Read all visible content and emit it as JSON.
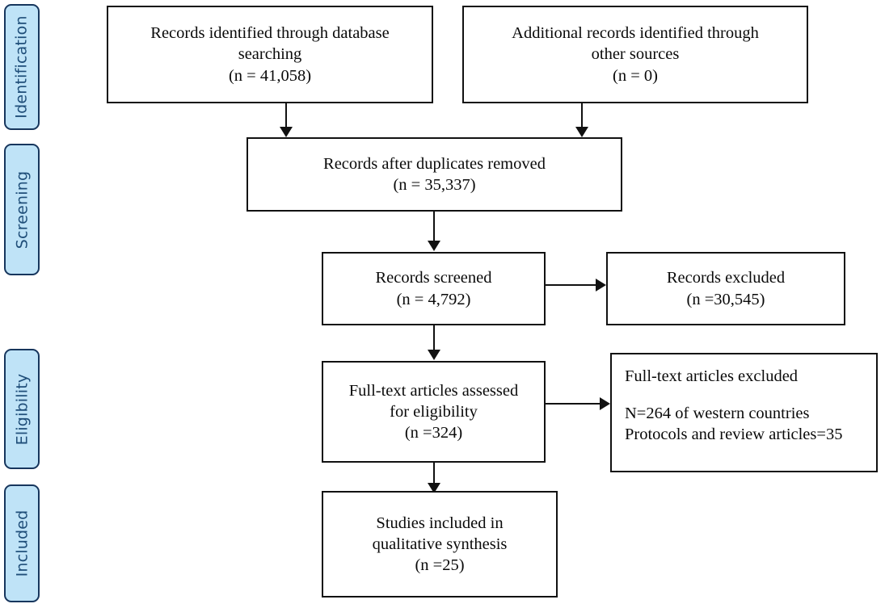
{
  "diagram": {
    "title": "PRISMA flow diagram",
    "type": "prisma-flow-chart",
    "accent_color": "#bfe3f7",
    "accent_border_color": "#17365d",
    "accent_text_color": "#1f4e79",
    "box_border_color": "#111111",
    "background_color": "#ffffff"
  },
  "phases": [
    {
      "id": "identification",
      "label": "Identification"
    },
    {
      "id": "screening",
      "label": "Screening"
    },
    {
      "id": "eligibility",
      "label": "Eligibility"
    },
    {
      "id": "included",
      "label": "Included"
    }
  ],
  "boxes": {
    "records_identified": {
      "line1": "Records identified through database",
      "line2": "searching",
      "line3": "(n = 41,058)"
    },
    "additional_records": {
      "line1": "Additional records identified through",
      "line2": "other sources",
      "line3": "(n = 0)"
    },
    "duplicates_removed": {
      "line1": "Records after duplicates removed",
      "line2": "(n = 35,337)"
    },
    "records_screened": {
      "line1": "Records screened",
      "line2": "(n = 4,792)"
    },
    "records_excluded": {
      "line1": "Records excluded",
      "line2": "(n =30,545)"
    },
    "fulltext_assessed": {
      "line1": "Full-text articles assessed",
      "line2": "for eligibility",
      "line3": "(n =324)"
    },
    "fulltext_excluded": {
      "line1": "Full-text articles excluded",
      "line2": "N=264 of western countries",
      "line3": "Protocols and review articles=35"
    },
    "studies_included": {
      "line1": "Studies included in",
      "line2": "qualitative synthesis",
      "line3": "(n =25)"
    }
  },
  "chart_data": {
    "type": "diagram",
    "title": "PRISMA flow diagram",
    "stages": [
      {
        "phase": "Identification",
        "nodes": [
          {
            "label": "Records identified through database searching",
            "n": 41058
          },
          {
            "label": "Additional records identified through other sources",
            "n": 0
          }
        ]
      },
      {
        "phase": "Screening",
        "nodes": [
          {
            "label": "Records after duplicates removed",
            "n": 35337
          },
          {
            "label": "Records screened",
            "n": 4792
          },
          {
            "label": "Records excluded",
            "n": 30545
          }
        ]
      },
      {
        "phase": "Eligibility",
        "nodes": [
          {
            "label": "Full-text articles assessed for eligibility",
            "n": 324
          },
          {
            "label": "Full-text articles excluded",
            "detail": [
              "N=264 of western countries",
              "Protocols and review articles=35"
            ]
          }
        ]
      },
      {
        "phase": "Included",
        "nodes": [
          {
            "label": "Studies included in qualitative synthesis",
            "n": 25
          }
        ]
      }
    ],
    "edges": [
      {
        "from": "records_identified",
        "to": "duplicates_removed",
        "direction": "down"
      },
      {
        "from": "additional_records",
        "to": "duplicates_removed",
        "direction": "down"
      },
      {
        "from": "duplicates_removed",
        "to": "records_screened",
        "direction": "down"
      },
      {
        "from": "records_screened",
        "to": "records_excluded",
        "direction": "right"
      },
      {
        "from": "records_screened",
        "to": "fulltext_assessed",
        "direction": "down"
      },
      {
        "from": "fulltext_assessed",
        "to": "fulltext_excluded",
        "direction": "right"
      },
      {
        "from": "fulltext_assessed",
        "to": "studies_included",
        "direction": "down"
      }
    ]
  }
}
